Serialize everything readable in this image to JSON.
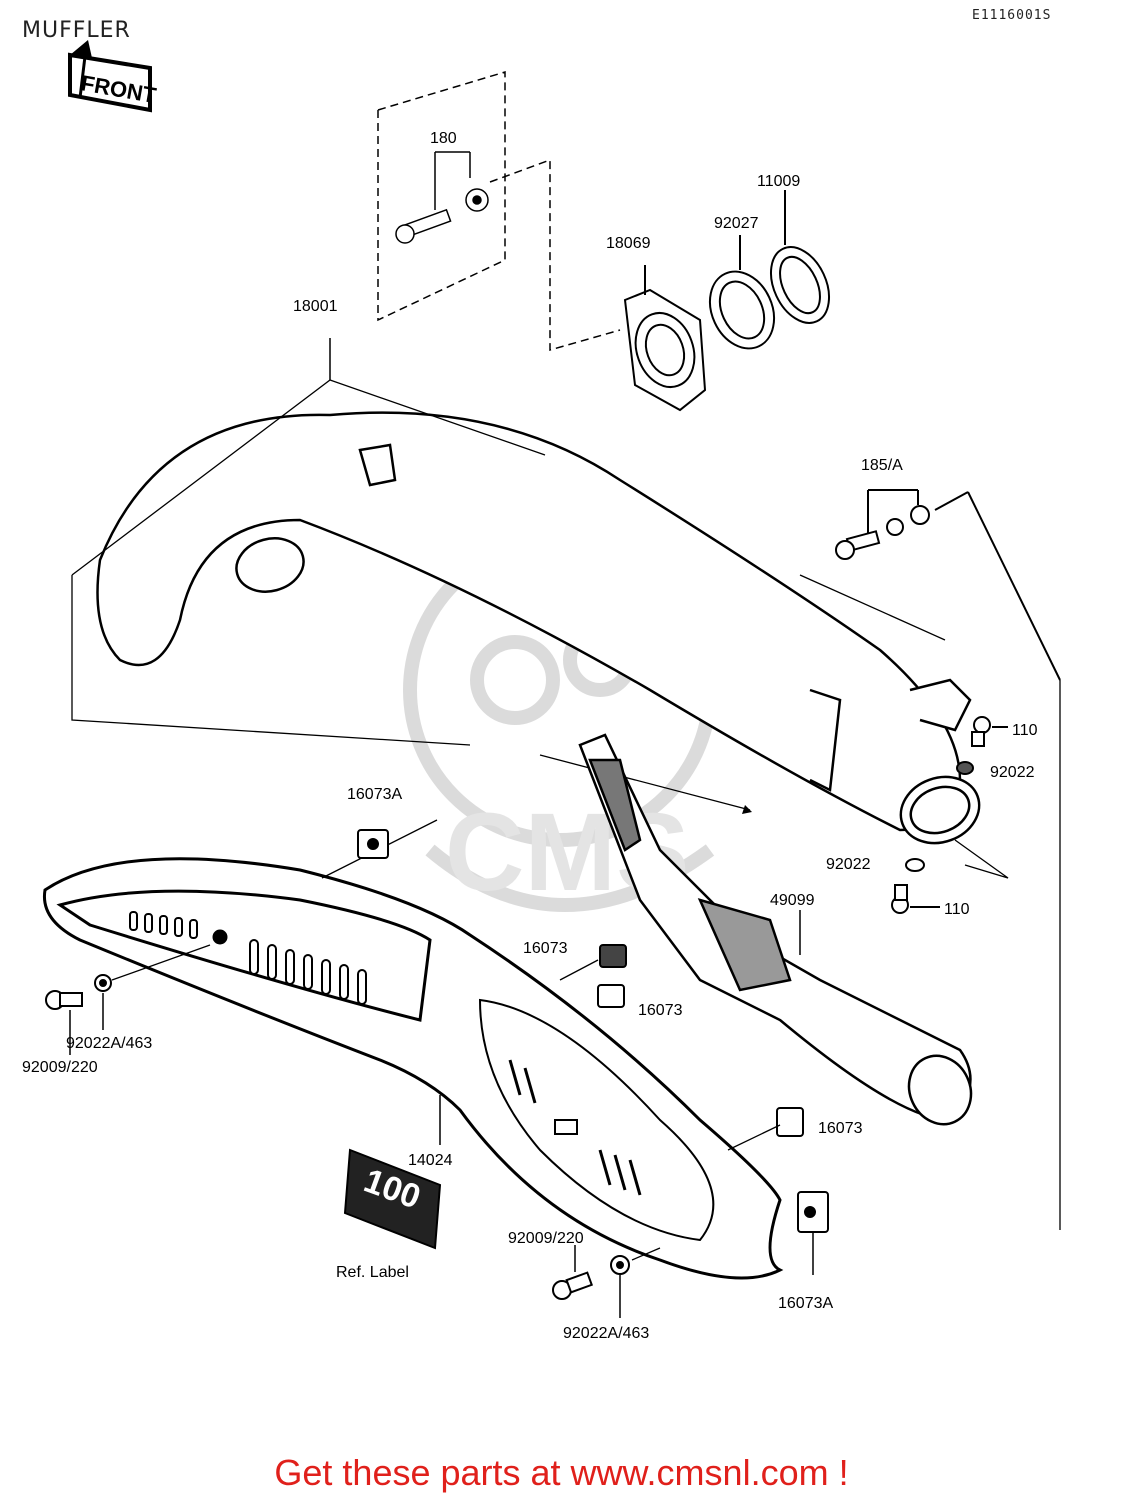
{
  "header": {
    "title": "MUFFLER",
    "diagram_code": "E1116001S"
  },
  "orientation_label": "FRONT",
  "parts": {
    "p180": "180",
    "p18069": "18069",
    "p92027": "92027",
    "p11009": "11009",
    "p18001": "18001",
    "p185a": "185/A",
    "p110_top": "110",
    "p92022_top": "92022",
    "p92022_bottom": "92022",
    "p110_bottom": "110",
    "p16073a_top": "16073A",
    "p49099": "49099",
    "p16073_a": "16073",
    "p16073_b": "16073",
    "p16073_c": "16073",
    "p92022a_left": "92022A/463",
    "p92009_left": "92009/220",
    "p14024": "14024",
    "p92009_bottom": "92009/220",
    "p16073a_bottom": "16073A",
    "p92022a_bottom": "92022A/463",
    "ref_label": "Ref. Label"
  },
  "badge_text": "100",
  "footer": {
    "cta": "Get these parts at www.cmsnl.com !"
  },
  "colors": {
    "line": "#000000",
    "watermark": "#d8d8d8",
    "footer": "#e0201b"
  }
}
